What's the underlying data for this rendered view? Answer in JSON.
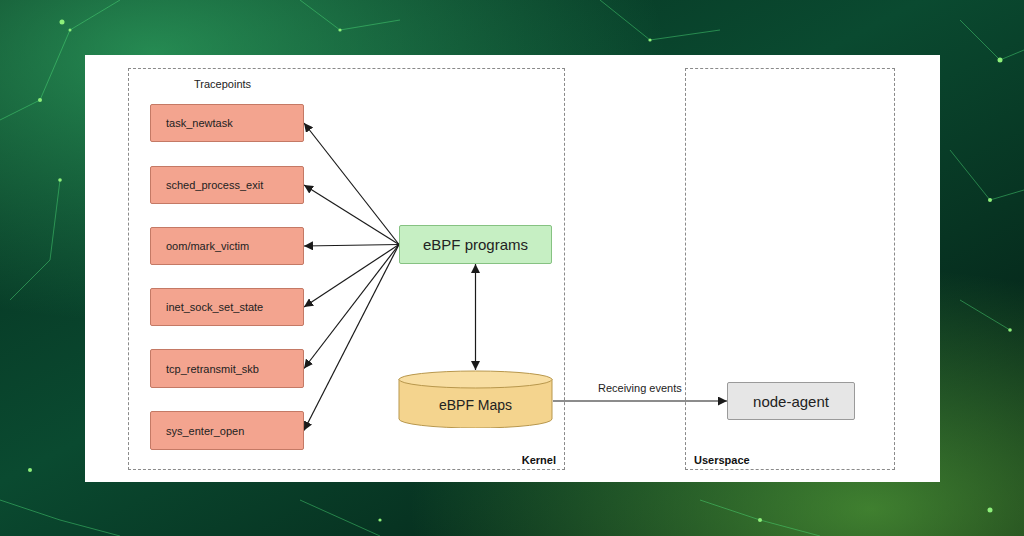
{
  "diagram": {
    "nodes": [
      {
        "text": [
          "Kernel"
        ]
      },
      {
        "text": [
          "task_newtask"
        ],
        "in": 0
      },
      {
        "text": [
          "sched_process_exit"
        ],
        "in": 0
      },
      {
        "text": [
          "oom/mark_victim"
        ],
        "in": 0
      },
      {
        "text": [
          "inet_sock_set_state"
        ],
        "in": 0
      },
      {
        "text": [
          "tcp_retransmit_skb"
        ],
        "in": 0
      },
      {
        "text": [
          "sys_enter_open"
        ],
        "in": 0
      },
      {
        "text": [
          "eBPF programs"
        ],
        "in": 0
      },
      {
        "text": [
          "eBPF Maps"
        ],
        "in": 0
      },
      {
        "text": [
          "Userspace"
        ]
      },
      {
        "text": [
          "node-agent"
        ],
        "in": 9
      }
    ],
    "edges": [
      {
        "from": 7,
        "to": 1,
        "arrow": "to"
      },
      {
        "from": 7,
        "to": 2,
        "arrow": "to"
      },
      {
        "from": 7,
        "to": 3,
        "arrow": "to"
      },
      {
        "from": 7,
        "to": 4,
        "arrow": "to"
      },
      {
        "from": 7,
        "to": 5,
        "arrow": "to"
      },
      {
        "from": 7,
        "to": 6,
        "arrow": "to"
      },
      {
        "from": 7,
        "to": 8,
        "arrow": "both"
      },
      {
        "from": 8,
        "to": 10,
        "arrow": "to",
        "label": "Receiving events"
      }
    ],
    "labels": [
      "Tracepoints"
    ]
  }
}
